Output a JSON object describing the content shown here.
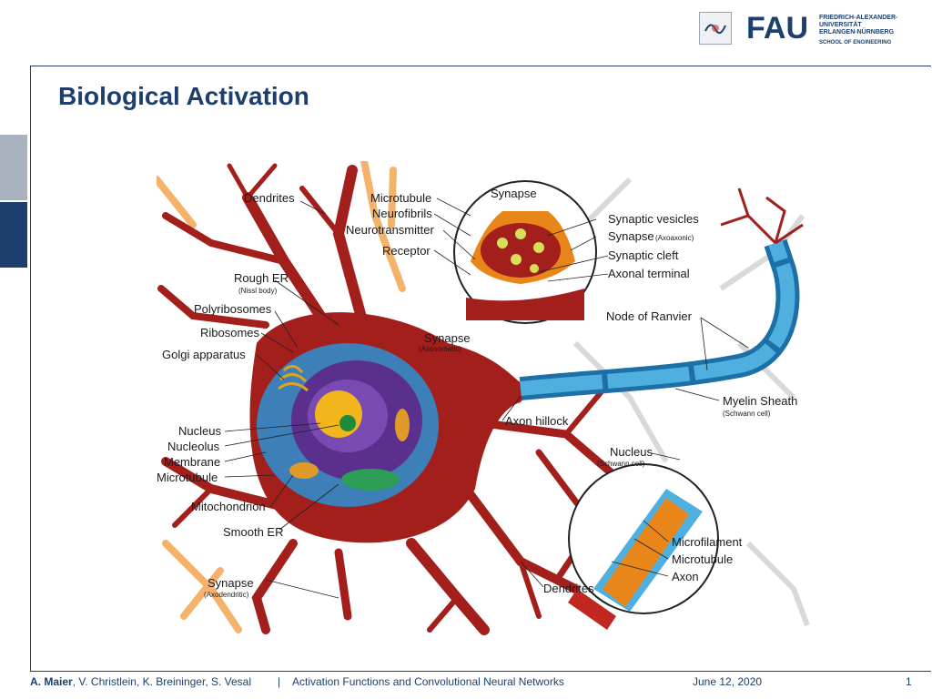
{
  "slide": {
    "title": "Biological Activation"
  },
  "header": {
    "logo_word": "FAU",
    "university_line1": "FRIEDRICH-ALEXANDER-",
    "university_line2": "UNIVERSITÄT",
    "university_line3": "ERLANGEN-NÜRNBERG",
    "school": "SCHOOL OF ENGINEERING"
  },
  "diagram": {
    "labels": {
      "dendrites_top": "Dendrites",
      "microtubule": "Microtubule",
      "neurofibrils": "Neurofibrils",
      "neurotransmitter": "Neurotransmitter",
      "receptor": "Receptor",
      "synapse_inset": "Synapse",
      "synaptic_vesicles": "Synaptic vesicles",
      "synapse_axoaxonic": "Synapse",
      "synapse_axoaxonic_sub": "(Axoaxonic)",
      "synaptic_cleft": "Synaptic cleft",
      "axonal_terminal": "Axonal terminal",
      "rough_er": "Rough ER",
      "rough_er_sub": "(Nissl body)",
      "polyribosomes": "Polyribosomes",
      "ribosomes": "Ribosomes",
      "golgi": "Golgi apparatus",
      "synapse_axosomatic": "Synapse",
      "synapse_axosomatic_sub": "(Axosomatic)",
      "node_of_ranvier": "Node of Ranvier",
      "myelin_sheath": "Myelin Sheath",
      "myelin_sheath_sub": "(Schwann cell)",
      "axon_hillock": "Axon hillock",
      "nucleus": "Nucleus",
      "nucleolus": "Nucleolus",
      "membrane": "Membrane",
      "microtubule_left": "Microtubule",
      "nucleus_schwann": "Nucleus",
      "nucleus_schwann_sub": "(Schwann cell)",
      "mitochondrion": "Mitochondrion",
      "smooth_er": "Smooth ER",
      "microfilament": "Microfilament",
      "microtubule_inset": "Microtubule",
      "axon": "Axon",
      "synapse_axodendritic": "Synapse",
      "synapse_axodendritic_sub": "(Axodendritic)",
      "dendrites_bottom": "Dendrites"
    }
  },
  "footer": {
    "author_main": "A. Maier",
    "authors_rest": ", V. Christlein, K. Breininger, S. Vesal",
    "separator": "|",
    "course": "Activation Functions and Convolutional Neural Networks",
    "date": "June 12, 2020",
    "page": "1"
  }
}
